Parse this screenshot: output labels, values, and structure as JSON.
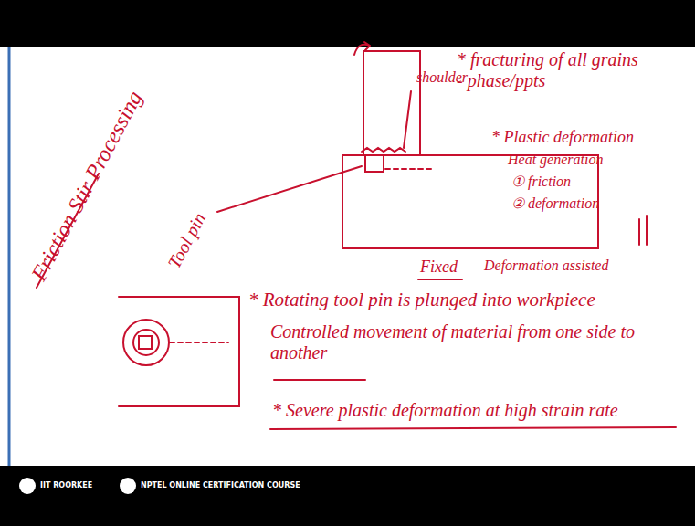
{
  "diagram": {
    "title": "Friction Stir Processing",
    "labels": [
      "shoulder",
      "* fracturing of all grains - phase/ppts",
      "* Plastic deformation",
      "Heat generation",
      "① friction",
      "② deformation",
      "Tool pin",
      "Fixed",
      "Deformation assisted",
      "* Rotating tool pin is plunged into workpiece",
      "Controlled movement of material from one side to another",
      "* Severe plastic deformation at high strain rate",
      "IIT ROORKEE",
      "NPTEL ONLINE CERTIFICATION COURSE"
    ]
  }
}
